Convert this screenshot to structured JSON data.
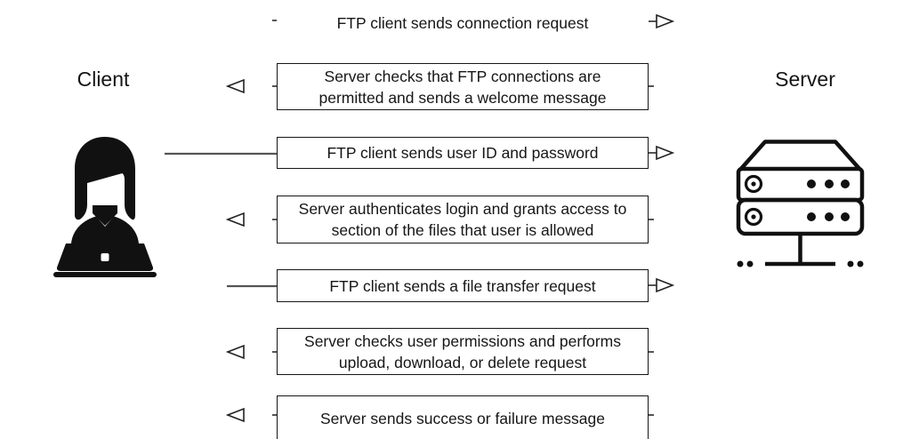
{
  "diagram": {
    "left_actor": {
      "label": "Client"
    },
    "right_actor": {
      "label": "Server"
    },
    "messages": [
      {
        "text": "FTP client sends connection request",
        "direction": "client-to-server"
      },
      {
        "text": "Server checks that FTP connections are\npermitted and sends a welcome message",
        "direction": "server-to-client"
      },
      {
        "text": "FTP client sends user ID and password",
        "direction": "client-to-server"
      },
      {
        "text": "Server authenticates login and grants access to\nsection of the files that user is allowed",
        "direction": "server-to-client"
      },
      {
        "text": "FTP client sends a file transfer request",
        "direction": "client-to-server"
      },
      {
        "text": "Server checks user permissions and performs\nupload, download, or delete request",
        "direction": "server-to-client"
      },
      {
        "text": "Server sends success or failure message",
        "direction": "server-to-client"
      }
    ],
    "colors": {
      "background": "#ffffff",
      "box_background": "#ffffff",
      "box_border": "#161616",
      "text": "#161616",
      "arrow_outline": "#222222",
      "connector_line": "#555555",
      "icon": "#111111"
    }
  }
}
